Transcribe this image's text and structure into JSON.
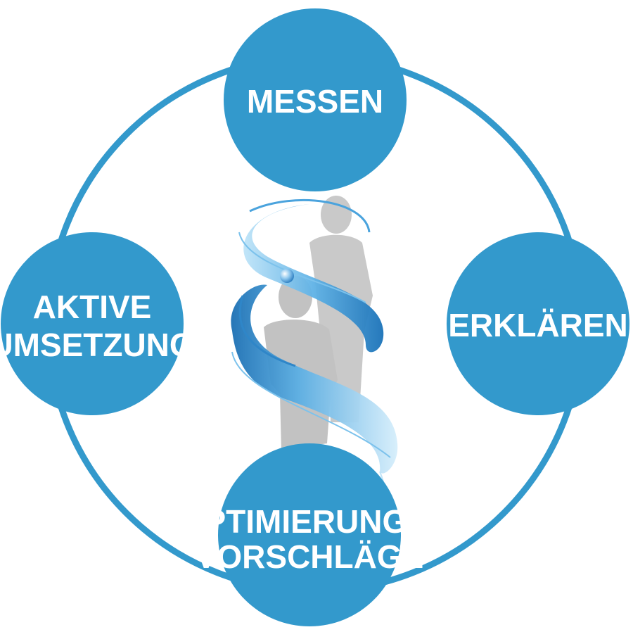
{
  "diagram": {
    "colors": {
      "node": "#3399cc",
      "ring": "#3399cc",
      "label": "#ffffff",
      "silhouette": "#c8c8c8",
      "ribbon_dark": "#1f7fc0",
      "ribbon_light": "#9fd3f2"
    },
    "center_graphic": "two-person-silhouette-with-blue-spiral-ribbon",
    "nodes": {
      "top": {
        "line1": "MESSEN",
        "line2": ""
      },
      "right": {
        "line1": "ERKLÄREN",
        "line2": ""
      },
      "bottom": {
        "line1": "OPTIMIERUNGS-",
        "line2": "VORSCHLÄGE"
      },
      "left": {
        "line1": "AKTIVE",
        "line2": "UMSETZUNG"
      }
    }
  }
}
